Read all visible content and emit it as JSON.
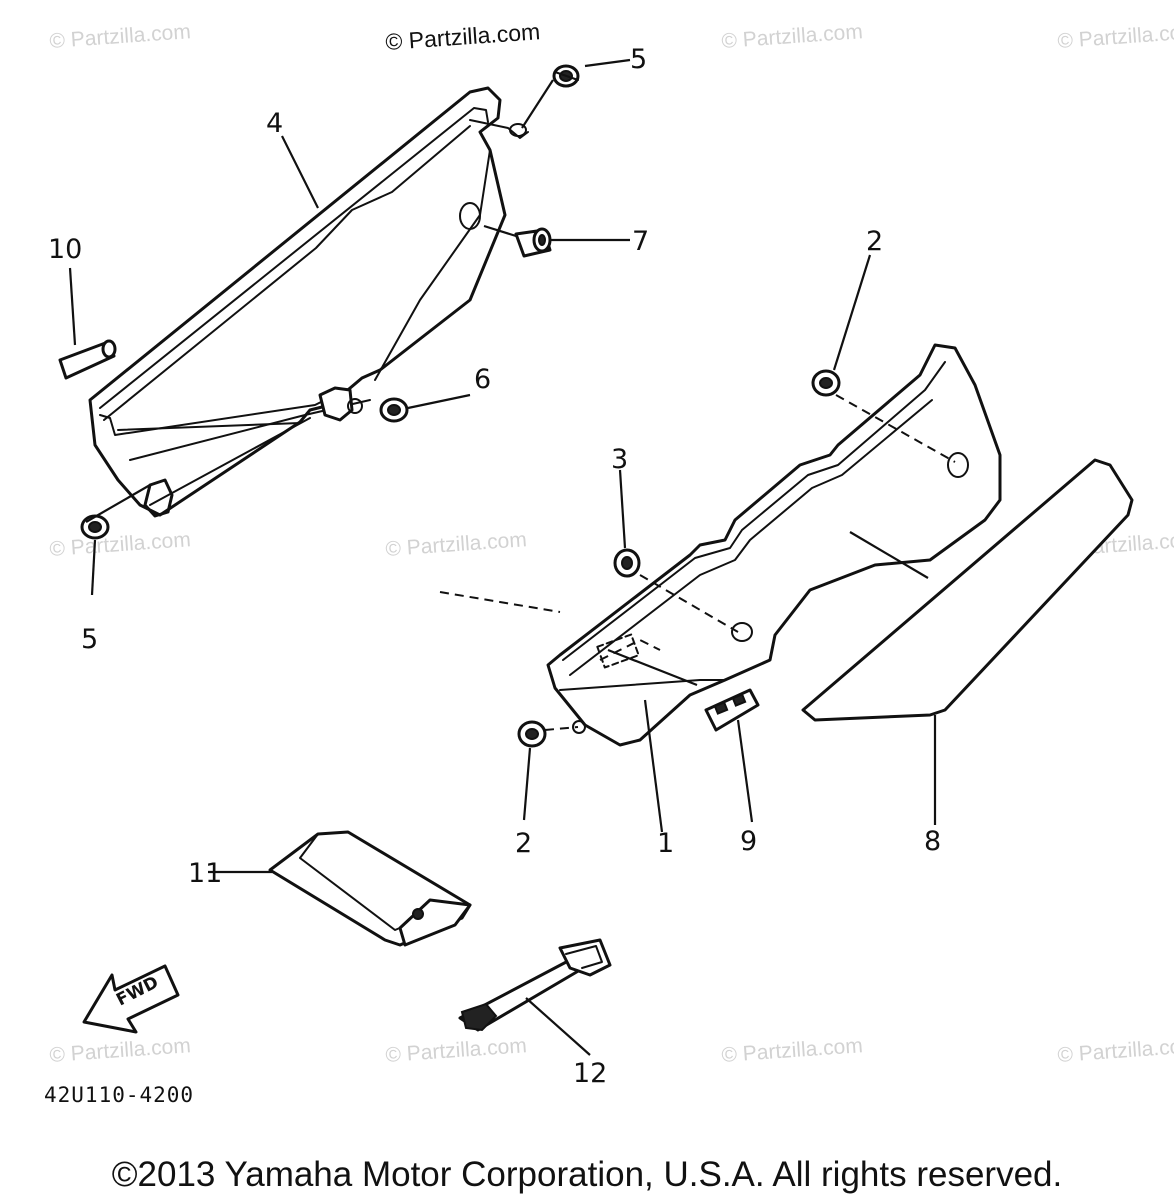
{
  "watermark_top": "© Partzilla.com",
  "watermark": "© Partzilla.com",
  "callouts": {
    "c1": "1",
    "c2a": "2",
    "c2b": "2",
    "c3": "3",
    "c4": "4",
    "c5a": "5",
    "c5b": "5",
    "c6": "6",
    "c7": "7",
    "c8": "8",
    "c9": "9",
    "c10": "10",
    "c11": "11",
    "c12": "12"
  },
  "fwd_label": "FWD",
  "part_code": "42U110-4200",
  "copyright": "©2013 Yamaha Motor Corporation, U.S.A. All rights reserved."
}
